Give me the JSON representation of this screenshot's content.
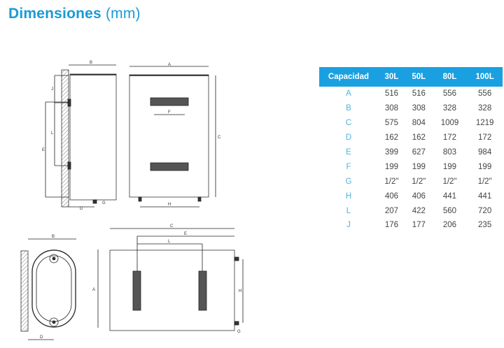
{
  "title": {
    "bold": "Dimensiones",
    "light": "(mm)"
  },
  "colors": {
    "accent": "#1aa0e0",
    "title": "#1a9ad6",
    "label": "#4fb3df",
    "text": "#444444"
  },
  "table": {
    "headers": [
      "Capacidad",
      "30L",
      "50L",
      "80L",
      "100L"
    ],
    "rows": [
      [
        "A",
        "516",
        "516",
        "556",
        "556"
      ],
      [
        "B",
        "308",
        "308",
        "328",
        "328"
      ],
      [
        "C",
        "575",
        "804",
        "1009",
        "1219"
      ],
      [
        "D",
        "162",
        "162",
        "172",
        "172"
      ],
      [
        "E",
        "399",
        "627",
        "803",
        "984"
      ],
      [
        "F",
        "199",
        "199",
        "199",
        "199"
      ],
      [
        "G",
        "1/2\"",
        "1/2\"",
        "1/2\"",
        "1/2\""
      ],
      [
        "H",
        "406",
        "406",
        "441",
        "441"
      ],
      [
        "L",
        "207",
        "422",
        "560",
        "720"
      ],
      [
        "J",
        "176",
        "177",
        "206",
        "235"
      ]
    ]
  },
  "diagram_labels": {
    "side_vertical": {
      "B": "B",
      "J": "J",
      "L": "L",
      "E": "E",
      "D": "D",
      "G": "G"
    },
    "front_vertical": {
      "A": "A",
      "F": "F",
      "C": "C",
      "H": "H"
    },
    "end_horizontal": {
      "B": "B",
      "D": "D",
      "A": "A"
    },
    "side_horizontal": {
      "C": "C",
      "E": "E",
      "L": "L",
      "H": "H",
      "G": "G"
    }
  }
}
